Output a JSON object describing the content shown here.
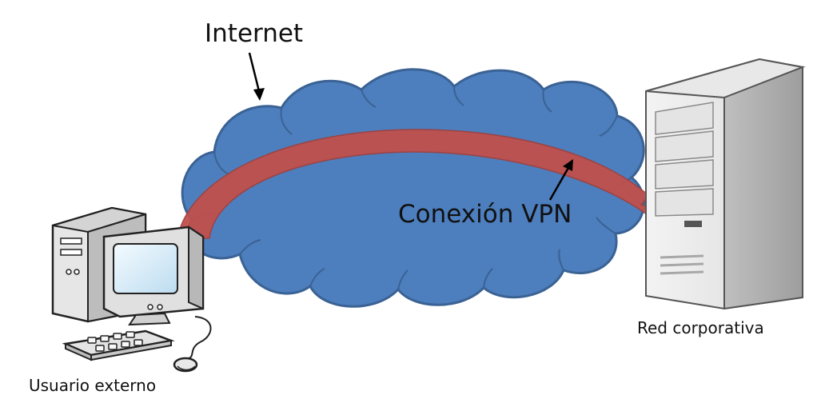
{
  "diagram": {
    "labels": {
      "internet": "Internet",
      "vpn": "Conexión VPN",
      "usuario": "Usuario externo",
      "red": "Red corporativa"
    },
    "icons": {
      "cloud": "cloud-icon",
      "tunnel": "curved-arrow-icon",
      "client": "desktop-computer-icon",
      "server": "server-tower-icon"
    },
    "colors": {
      "cloud_fill": "#4d7ebd",
      "cloud_stroke": "#3a6294",
      "tunnel": "#c0504d",
      "text": "#111111"
    }
  }
}
